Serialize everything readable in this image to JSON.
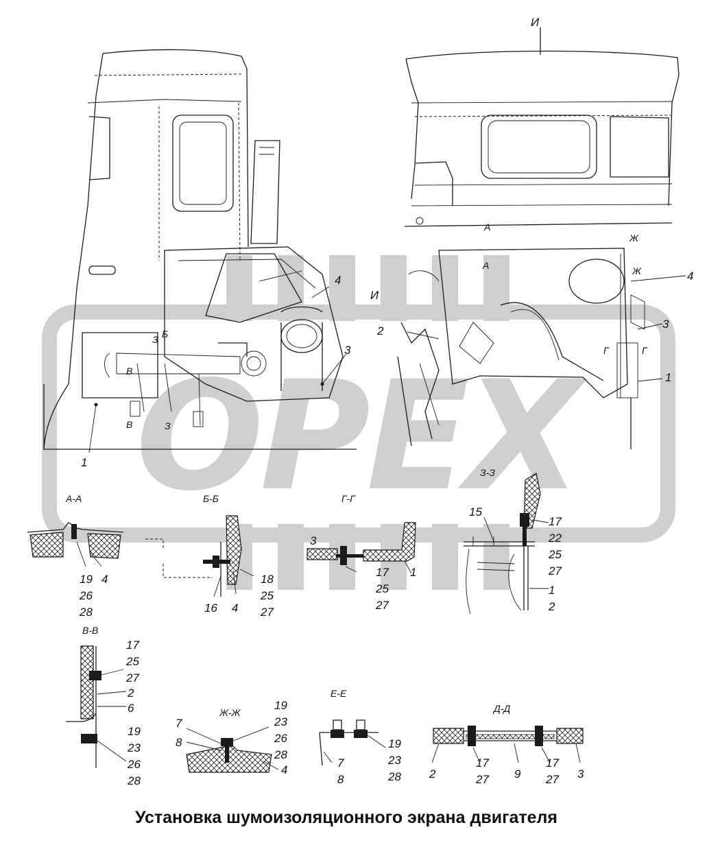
{
  "title": "Установка шумоизоляционного экрана двигателя",
  "watermark": "OPEX",
  "colors": {
    "ink": "#1a1a1a",
    "watermark": "#cfcfcf",
    "background": "#ffffff"
  },
  "main_view_labels": {
    "left_view": [
      "4",
      "И",
      "3",
      "1",
      "Б",
      "З",
      "В",
      "В",
      "З"
    ],
    "right_view_top": "И",
    "right_view": [
      "4",
      "2",
      "3",
      "1",
      "А",
      "А",
      "Ж",
      "Ж",
      "Г",
      "Г"
    ]
  },
  "sections": {
    "aa": {
      "name": "А-А",
      "callouts": [
        "19",
        "26",
        "28",
        "4"
      ]
    },
    "bb": {
      "name": "Б-Б",
      "callouts": [
        "16",
        "4",
        "18",
        "25",
        "27"
      ]
    },
    "gg": {
      "name": "Г-Г",
      "callouts": [
        "3",
        "17",
        "25",
        "27",
        "1"
      ]
    },
    "zz": {
      "name": "З-З",
      "callouts": [
        "15",
        "17",
        "22",
        "25",
        "27",
        "1",
        "2"
      ]
    },
    "vv": {
      "name": "В-В",
      "callouts": [
        "17",
        "25",
        "27",
        "2",
        "6",
        "19",
        "23",
        "26",
        "28"
      ]
    },
    "zhzh": {
      "name": "Ж-Ж",
      "callouts": [
        "7",
        "8",
        "19",
        "23",
        "26",
        "28",
        "4"
      ]
    },
    "ee": {
      "name": "Е-Е",
      "callouts": [
        "7",
        "8",
        "19",
        "23",
        "28"
      ]
    },
    "dd": {
      "name": "Д-Д",
      "callouts": [
        "2",
        "17",
        "27",
        "9",
        "17",
        "27",
        "3"
      ]
    }
  }
}
